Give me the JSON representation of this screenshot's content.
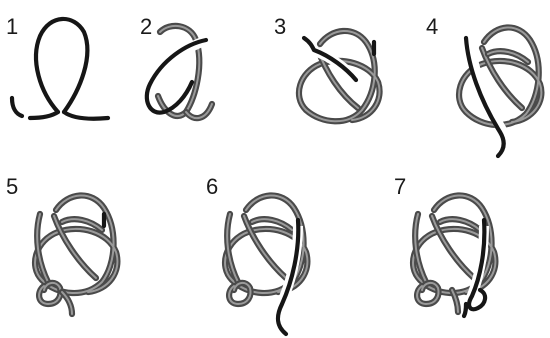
{
  "steps": [
    {
      "number": "1"
    },
    {
      "number": "2"
    },
    {
      "number": "3"
    },
    {
      "number": "4"
    },
    {
      "number": "5"
    },
    {
      "number": "6"
    },
    {
      "number": "7"
    }
  ],
  "colors": {
    "background": "#ffffff",
    "cord_dark": "#161616",
    "cord_grey": "#4a4a4a",
    "cord_grey_core": "#9a9a9a",
    "label": "#1a1a1a"
  }
}
